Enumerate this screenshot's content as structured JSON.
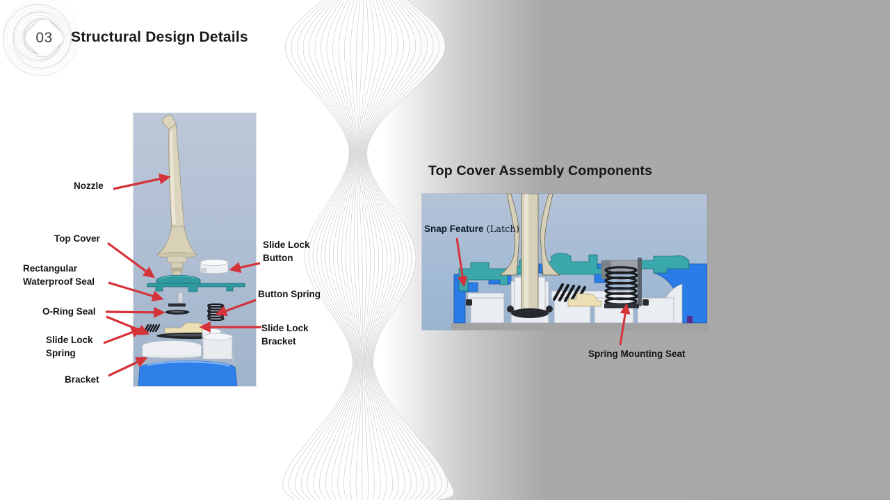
{
  "header": {
    "badge": "03",
    "title": "Structural Design Details"
  },
  "left_figure": {
    "labels": {
      "nozzle": "Nozzle",
      "top_cover": "Top Cover",
      "rect_seal_1": "Rectangular",
      "rect_seal_2": "Waterproof Seal",
      "o_ring": "O-Ring Seal",
      "sl_spring_1": "Slide Lock",
      "sl_spring_2": "Spring",
      "bracket": "Bracket",
      "sl_button_1": "Slide Lock",
      "sl_button_2": "Button",
      "button_spring": "Button Spring",
      "sl_bracket_1": "Slide Lock",
      "sl_bracket_2": "Bracket"
    }
  },
  "right_figure": {
    "title": "Top Cover Assembly Components",
    "labels": {
      "snap_feature": "Snap Feature",
      "snap_feature_suffix": "(Latch)",
      "spring_mounting_seat": "Spring Mounting Seat"
    }
  },
  "colors": {
    "arrow_red": "#d5333a",
    "slide_gray": "#a8a8a8",
    "figure_sky_top": "#b7c3d7",
    "figure_sky_bottom": "#9db5cd",
    "teal_part": "#2f9aa0",
    "cream_part": "#d8d1b8",
    "base_blue": "#2e7fe8",
    "housing_blue": "#2a7ce6"
  }
}
